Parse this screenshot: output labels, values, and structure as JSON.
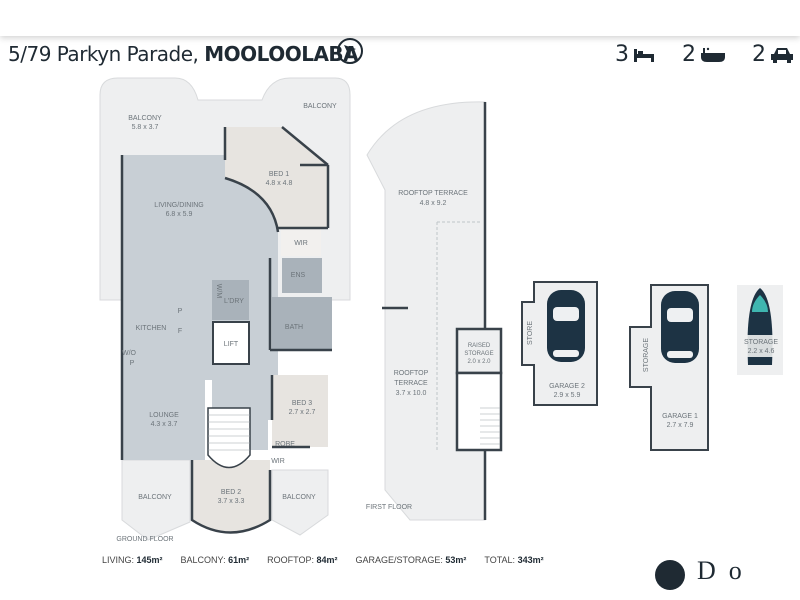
{
  "header": {
    "address": "5/79 Parkyn Parade,",
    "suburb": "MOOLOOLABA",
    "compass_icon": "north-arrow-icon",
    "beds": "3",
    "baths": "2",
    "cars": "2"
  },
  "ground_floor": {
    "label": "GROUND FLOOR",
    "rooms": [
      {
        "name": "BALCONY",
        "size": "5.8 x 3.7"
      },
      {
        "name": "BALCONY",
        "size": ""
      },
      {
        "name": "BED 1",
        "size": "4.8 x 4.8"
      },
      {
        "name": "LIVING/DINING",
        "size": "6.8 x 5.9"
      },
      {
        "name": "WIR",
        "size": ""
      },
      {
        "name": "ENS",
        "size": ""
      },
      {
        "name": "L'DRY",
        "size": ""
      },
      {
        "name": "KITCHEN",
        "size": ""
      },
      {
        "name": "BATH",
        "size": ""
      },
      {
        "name": "LIFT",
        "size": ""
      },
      {
        "name": "LOUNGE",
        "size": "4.3 x 3.7"
      },
      {
        "name": "BED 3",
        "size": "2.7 x 2.7"
      },
      {
        "name": "ROBE",
        "size": ""
      },
      {
        "name": "WIR",
        "size": ""
      },
      {
        "name": "BALCONY",
        "size": ""
      },
      {
        "name": "BED 2",
        "size": "3.7 x 3.3"
      },
      {
        "name": "BALCONY",
        "size": ""
      }
    ],
    "marks": {
      "p": "P",
      "f": "F",
      "wo": "W/O",
      "wm": "W/M"
    }
  },
  "first_floor": {
    "label": "FIRST FLOOR",
    "rooms": [
      {
        "name": "ROOFTOP TERRACE",
        "size": "4.8 x 9.2"
      },
      {
        "name": "RAISED",
        "name2": "STORAGE",
        "size": "2.0 x 2.0"
      },
      {
        "name": "ROOFTOP",
        "name2": "TERRACE",
        "size": "3.7 x 10.0"
      }
    ]
  },
  "garages": [
    {
      "name": "GARAGE 2",
      "size": "2.9 x 5.9",
      "side": "STORE"
    },
    {
      "name": "GARAGE 1",
      "size": "2.7 x 7.9",
      "side": "STORAGE"
    },
    {
      "name": "STORAGE",
      "size": "2.2 x 4.6"
    }
  ],
  "footer": {
    "living_label": "LIVING:",
    "living": "145m²",
    "balcony_label": "BALCONY:",
    "balcony": "61m²",
    "rooftop_label": "ROOFTOP:",
    "rooftop": "84m²",
    "garage_label": "GARAGE/STORAGE:",
    "garage": "53m²",
    "total_label": "TOTAL:",
    "total": "343m²"
  },
  "colors": {
    "living": "#c8cfd5",
    "bed": "#e7e4e0",
    "outdoor": "#eeeff0",
    "wall": "#39424a",
    "car": "#1d3344",
    "jetski": "#3fb6b0"
  }
}
